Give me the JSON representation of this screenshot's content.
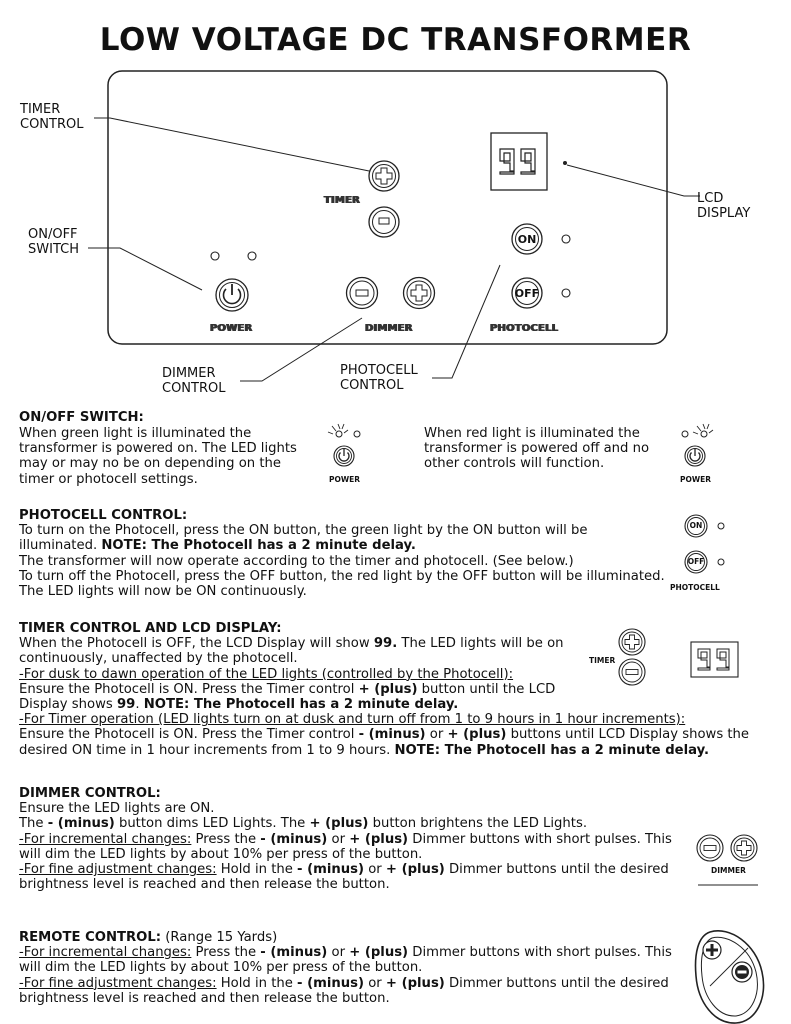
{
  "title": "LOW VOLTAGE DC TRANSFORMER",
  "diagram": {
    "callouts": {
      "timer": "TIMER\nCONTROL",
      "onoff": "ON/OFF\nSWITCH",
      "lcd": "LCD\nDISPLAY",
      "dimmer": "DIMMER\nCONTROL",
      "photocell": "PHOTOCELL\nCONTROL"
    },
    "panel_labels": {
      "timer": "TIMER",
      "power": "POWER",
      "dimmer": "DIMMER",
      "photocell": "PHOTOCELL"
    },
    "buttons": {
      "on": "ON",
      "off": "OFF"
    },
    "lcd_value": "99"
  },
  "onoff": {
    "heading": "ON/OFF SWITCH:",
    "green_text": "When green light is illuminated the transformer is powered on. The LED lights may or may no be on depending on the timer or photocell settings.",
    "red_text": "When red light is illuminated the transformer is powered off and no other controls will function.",
    "icon_label": "POWER"
  },
  "photocell": {
    "heading": "PHOTOCELL CONTROL:",
    "p1": "To turn on the Photocell, press the ON button, the green light by the ON button will be illuminated.",
    "p1_note": "NOTE: The Photocell has a 2 minute delay.",
    "p2": "The transformer will now operate according to the timer and photocell. (See below.)",
    "p3": "To turn off the Photocell, press the OFF button, the red light by the OFF button will be illuminated. The LED lights will now be ON continuously.",
    "icon_label": "PHOTOCELL",
    "on": "ON",
    "off": "OFF"
  },
  "timer": {
    "heading": "TIMER CONTROL AND LCD DISPLAY:",
    "p1a": "When the Photocell is OFF, the LCD Display will show ",
    "p1b": "99.",
    "p1c": " The LED lights will be on continuously, unaffected by the photocell.",
    "sub1": "-For dusk to dawn operation of the LED lights (controlled by the Photocell):",
    "p2a": "Ensure the Photocell is ON. Press the Timer control ",
    "p2b": "+ (plus)",
    "p2c": " button until the LCD Display shows ",
    "p2d": "99",
    "p2e": ". ",
    "p2f": "NOTE: The Photocell has a 2 minute delay.",
    "sub2": "-For Timer operation (LED lights turn on at dusk and turn off from 1 to 9 hours in 1 hour increments):",
    "p3a": "Ensure the Photocell is ON. Press the Timer control ",
    "p3b": "- (minus)",
    "p3c": " or ",
    "p3d": "+ (plus)",
    "p3e": " buttons until LCD Display shows the desired ON time in 1 hour increments from 1 to 9 hours. ",
    "p3f": "NOTE: The Photocell has a 2 minute delay.",
    "icon_label": "TIMER",
    "lcd": "99"
  },
  "dimmer": {
    "heading": "DIMMER CONTROL:",
    "l1": "Ensure the LED lights are ON.",
    "l2a": "The ",
    "l2b": "- (minus)",
    "l2c": " button dims LED Lights. The ",
    "l2d": "+ (plus)",
    "l2e": " button brightens the LED Lights.",
    "inc_u": "-For incremental changes:",
    "inc_a": " Press the ",
    "inc_b": "- (minus)",
    "inc_c": " or ",
    "inc_d": "+ (plus)",
    "inc_e": " Dimmer buttons with short pulses. This will dim the LED lights by about 10% per press of the button.",
    "fine_u": "-For fine adjustment changes:",
    "fine_a": " Hold in the ",
    "fine_b": "- (minus)",
    "fine_c": " or ",
    "fine_d": "+ (plus)",
    "fine_e": " Dimmer buttons until the desired brightness level is reached and then release the button.",
    "icon_label": "DIMMER"
  },
  "remote": {
    "heading": "REMOTE CONTROL:",
    "range": " (Range 15 Yards)",
    "inc_u": "-For incremental changes:",
    "inc_a": " Press the ",
    "inc_b": "- (minus)",
    "inc_c": " or ",
    "inc_d": "+ (plus)",
    "inc_e": " Dimmer buttons with short pulses. This will dim the LED lights by about 10% per press of the button.",
    "fine_u": "-For fine adjustment changes:",
    "fine_a": " Hold in the ",
    "fine_b": "- (minus)",
    "fine_c": " or ",
    "fine_d": "+ (plus)",
    "fine_e": " Dimmer buttons until the desired brightness level is reached and then release the button."
  }
}
